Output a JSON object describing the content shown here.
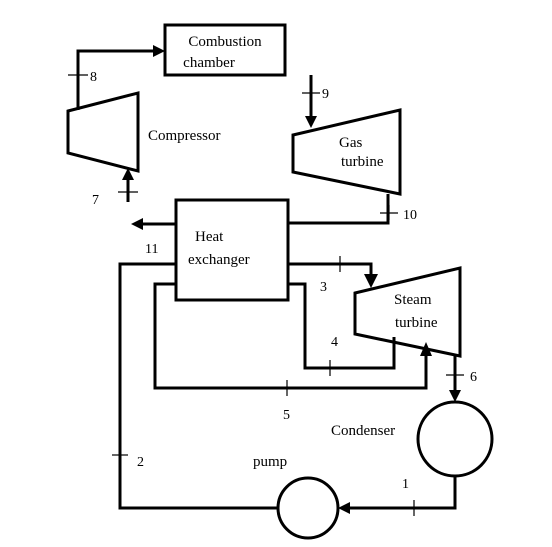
{
  "diagram": {
    "components": {
      "combustion_line1": "Combustion",
      "combustion_line2": "chamber",
      "compressor": "Compressor",
      "gas_turbine_line1": "Gas",
      "gas_turbine_line2": "turbine",
      "heat_exchanger_line1": "Heat",
      "heat_exchanger_line2": "exchanger",
      "steam_turbine_line1": "Steam",
      "steam_turbine_line2": "turbine",
      "condenser": "Condenser",
      "pump": "pump"
    },
    "states": {
      "s1": "1",
      "s2": "2",
      "s3": "3",
      "s4": "4",
      "s5": "5",
      "s6": "6",
      "s7": "7",
      "s8": "8",
      "s9": "9",
      "s10": "10",
      "s11": "11"
    }
  }
}
